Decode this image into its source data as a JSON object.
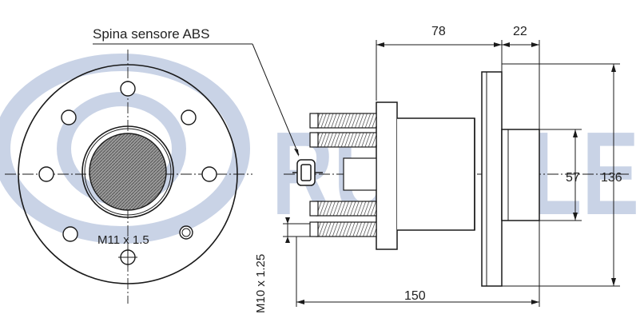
{
  "colors": {
    "watermark": "#c9d3e6",
    "line": "#1a1a1a",
    "hatch": "#555555",
    "hub_fill": "#8f8f8f"
  },
  "watermark": {
    "text": "RUVILLE",
    "kind": "logo"
  },
  "callout": {
    "abs_pin": "Spina sensore ABS"
  },
  "front_view": {
    "thread_label": "M11 x 1.5"
  },
  "side_view": {
    "dim_width": "78",
    "dim_flange": "22",
    "dim_center_bore": "57",
    "dim_flange_diameter": "136",
    "dim_total_length": "150",
    "stud_thread": "M10 x 1.25"
  }
}
